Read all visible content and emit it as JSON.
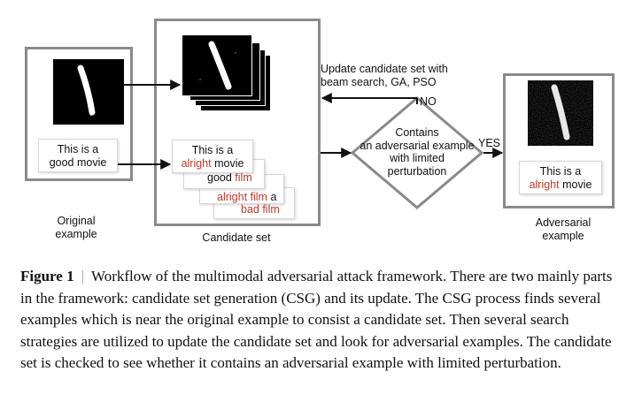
{
  "diagram": {
    "original": {
      "text_line1": "This is a",
      "text_line2": "good movie",
      "label_line1": "Original",
      "label_line2": "example"
    },
    "candidate": {
      "card1_line1": "This is a",
      "card1_word_red": "alright",
      "card1_word_rest": "movie",
      "card2_partial_a": "good",
      "card2_partial_b": "film",
      "card3_partial_a": "alright film",
      "card3_partial_b": "a",
      "card4_partial": "bad film",
      "label": "Candidate set"
    },
    "decision": {
      "line1": "Contains",
      "line2": "an adversarial example",
      "line3": "with limited",
      "line4": "perturbation"
    },
    "update": {
      "line1": "Update candidate set with",
      "line2": "beam search, GA, PSO"
    },
    "no_label": "NO",
    "yes_label": "YES",
    "adversarial": {
      "text_line1": "This is a",
      "text_word_red": "alright",
      "text_word_rest": "movie",
      "label_line1": "Adversarial",
      "label_line2": "example"
    }
  },
  "caption": {
    "label": "Figure 1",
    "text": "Workflow of the multimodal adversarial attack framework. There are two mainly parts in the framework: candidate set generation (CSG) and its update. The CSG process finds several examples which is near the original example to consist a candidate set. Then several search strategies are utilized to update the candidate set and look for adversarial examples. The candidate set is checked to see whether it contains an adversarial example with limited perturbation."
  },
  "colors": {
    "frame_gray": "#8a8a8a",
    "highlight_red": "#c0392b"
  }
}
